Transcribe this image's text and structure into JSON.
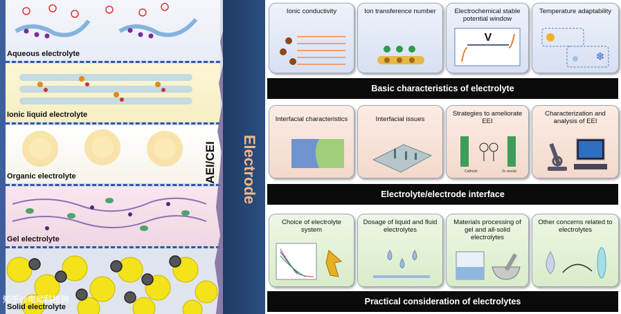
{
  "left_panel": {
    "electrolyte_types": [
      "Aqueous electrolyte",
      "Ionic liquid electrolyte",
      "Organic electrolyte",
      "Gel electrolyte",
      "Solid electrolyte"
    ],
    "interphase_label": "AEI/CEI",
    "electrode_label": "Electrode"
  },
  "sections": [
    {
      "banner": "Basic characteristics of electrolyte",
      "cards": [
        {
          "title": "Ionic conductivity"
        },
        {
          "title": "Ion transference number"
        },
        {
          "title": "Electrochemical stable potential window",
          "inner_label": "V"
        },
        {
          "title": "Temperature adaptability"
        }
      ]
    },
    {
      "banner": "Electrolyte/electrode interface",
      "cards": [
        {
          "title": "Interfacial characteristics"
        },
        {
          "title": "Interfacial issues"
        },
        {
          "title": "Strategies to ameliorate EEI",
          "small_labels": [
            "Cathode",
            "Zn anode"
          ]
        },
        {
          "title": "Characterization and analysis of EEI"
        }
      ]
    },
    {
      "banner": "Practical consideration of electrolytes",
      "cards": [
        {
          "title": "Choice of electrolyte system"
        },
        {
          "title": "Dosage of liquid and fluid electrolytes"
        },
        {
          "title": "Materials processing of gel and all-solid electrolytes"
        },
        {
          "title": "Other concerns related to electrolytes"
        }
      ]
    }
  ],
  "watermark": "知乎@电动科技狗",
  "colors": {
    "row1_card": "#dde5f4",
    "row2_card": "#f6dfd3",
    "row3_card": "#e1f0d4",
    "banner": "#0b0b0b",
    "electrode_bar": "#24446f",
    "electrode_text": "#f3b690",
    "dash": "#2f58a8"
  }
}
